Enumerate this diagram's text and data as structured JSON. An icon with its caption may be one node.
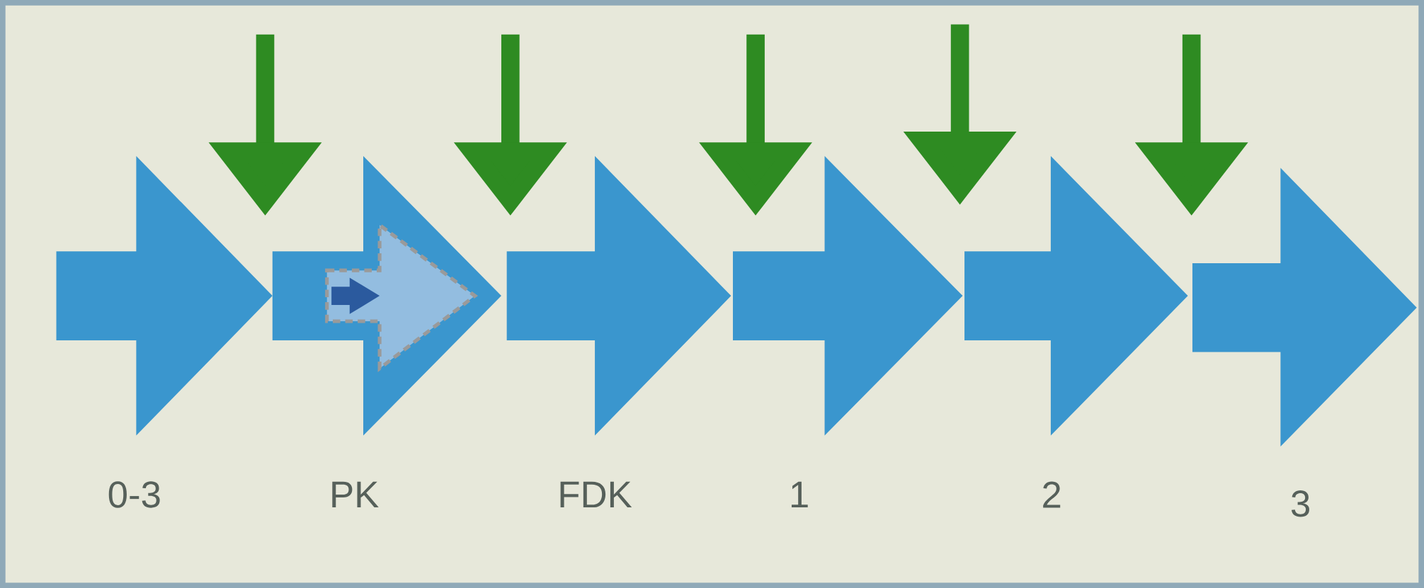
{
  "diagram": {
    "nodes": [
      {
        "text": [],
        "shape": "arrow",
        "beside": [
          "0-3"
        ]
      },
      {
        "text": [],
        "shape": "arrow",
        "beside": [
          "PK"
        ]
      },
      {
        "text": [],
        "shape": "arrow",
        "in": 1
      },
      {
        "text": [],
        "shape": "arrow",
        "in": 2
      },
      {
        "text": [],
        "shape": "arrow",
        "beside": [
          "FDK"
        ]
      },
      {
        "text": [],
        "shape": "arrow",
        "beside": [
          "1"
        ]
      },
      {
        "text": [],
        "shape": "arrow",
        "beside": [
          "2"
        ]
      },
      {
        "text": [],
        "shape": "arrow",
        "beside": [
          "3"
        ]
      }
    ]
  }
}
